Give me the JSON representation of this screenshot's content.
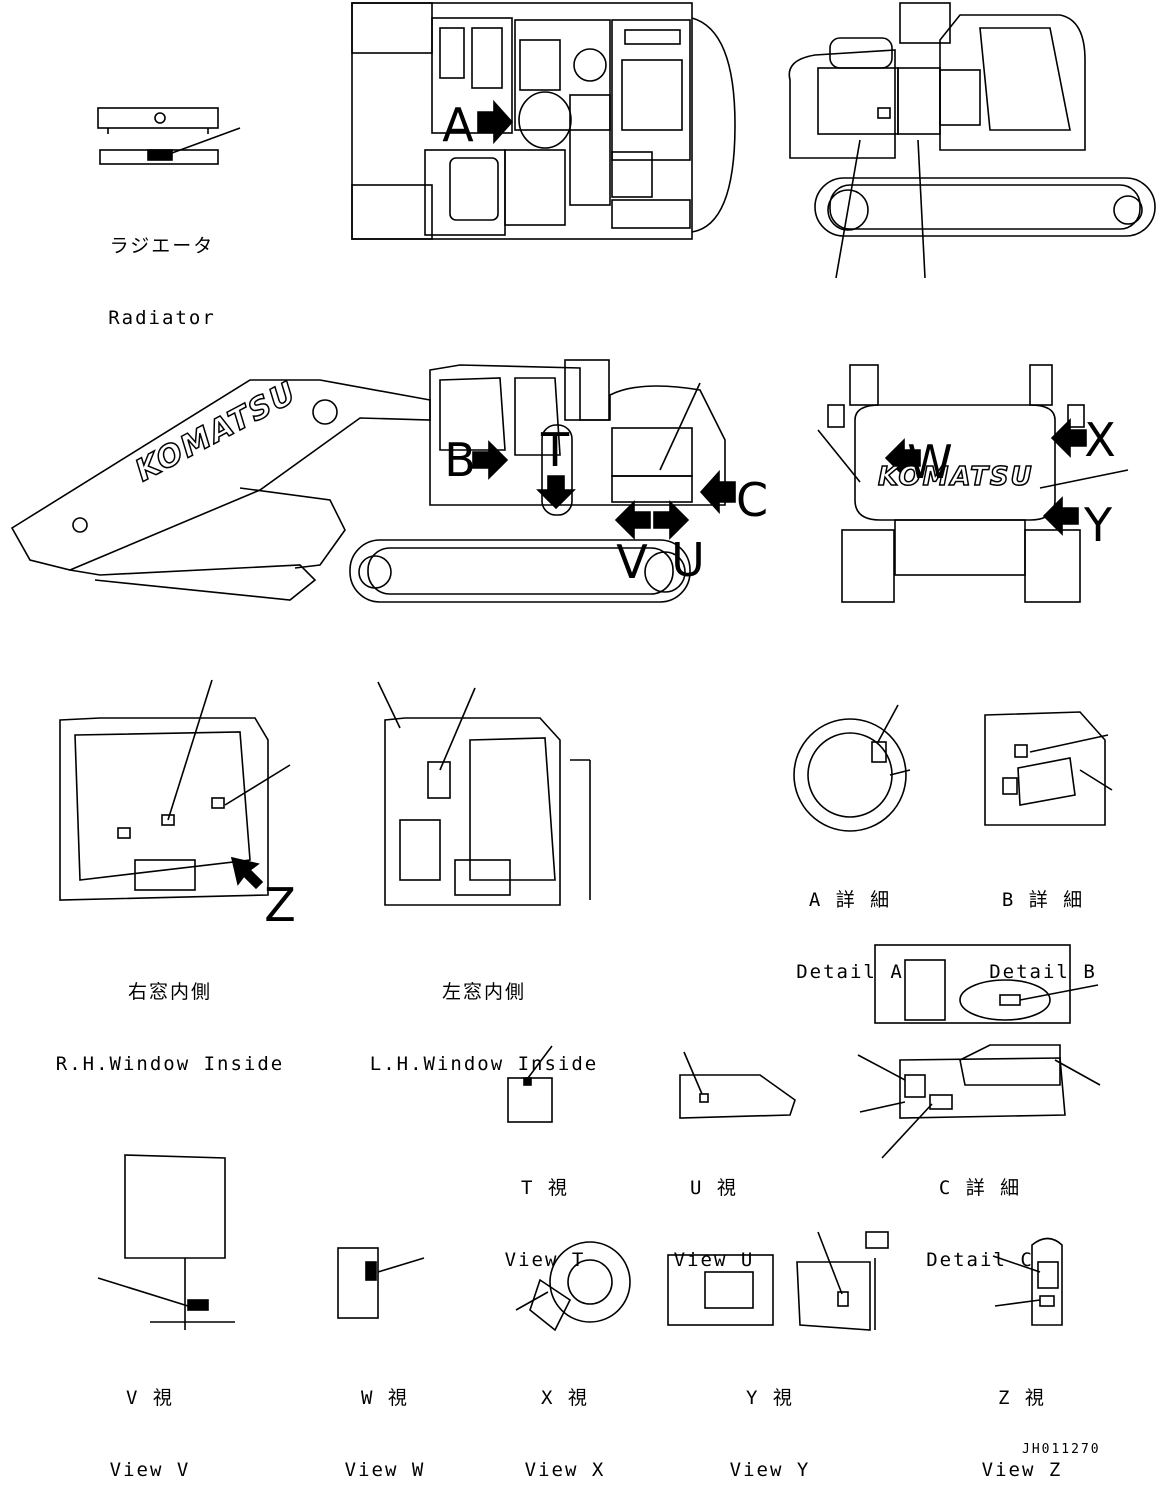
{
  "labels": {
    "radiator": {
      "jp": "ラジエータ",
      "en": "Radiator"
    },
    "rh_window": {
      "jp": "右窓内側",
      "en": "R.H.Window Inside"
    },
    "lh_window": {
      "jp": "左窓内側",
      "en": "L.H.Window Inside"
    },
    "detail_a": {
      "jp": "A 詳 細",
      "en": "Detail A"
    },
    "detail_b": {
      "jp": "B 詳 細",
      "en": "Detail B"
    },
    "detail_c": {
      "jp": "C 詳 細",
      "en": "Detail C"
    },
    "view_t": {
      "jp": "T 視",
      "en": "View T"
    },
    "view_u": {
      "jp": "U 視",
      "en": "View U"
    },
    "view_v": {
      "jp": "V 視",
      "en": "View V"
    },
    "view_w": {
      "jp": "W 視",
      "en": "View W"
    },
    "view_x": {
      "jp": "X 視",
      "en": "View X"
    },
    "view_y": {
      "jp": "Y 視",
      "en": "View Y"
    },
    "view_z": {
      "jp": "Z 視",
      "en": "View Z"
    }
  },
  "arrow_letters": {
    "a": "A",
    "b": "B",
    "c": "C",
    "t": "T",
    "u": "U",
    "v": "V",
    "w": "W",
    "x": "X",
    "y": "Y",
    "z": "Z"
  },
  "brand": "KOMATSU",
  "drawing_code": "JH011270"
}
